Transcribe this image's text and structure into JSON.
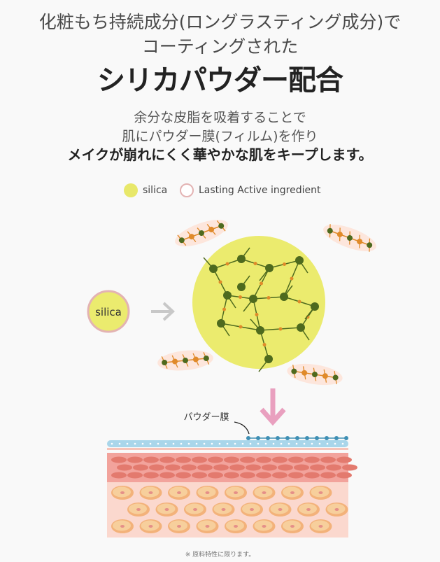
{
  "heading": {
    "line1": "化粧もち持続成分(ロングラスティング成分)で",
    "line2": "コーティングされた",
    "title": "シリカパウダー配合"
  },
  "description": {
    "line1": "余分な皮脂を吸着することで",
    "line2": "肌にパウダー膜(フィルム)を作り",
    "line3": "メイクが崩れにくく華やかな肌をキープします。"
  },
  "legend": [
    {
      "label": "silica",
      "color": "#e8e86a"
    },
    {
      "label": "Lasting Active ingredient",
      "color": "#e3b3b3"
    }
  ],
  "diagram": {
    "silica_label": "silica",
    "film_label": "パウダー膜",
    "colors": {
      "silica": "#ebeb6e",
      "node": "#4e6a1e",
      "orange": "#e08a2a",
      "arrow": "#e9a0bf",
      "film": "#a9d6ea",
      "film_dark": "#3f8fb4",
      "epidermis": "#f2a39c",
      "cell": "#f7cf9c"
    }
  },
  "footnote": "※ 原料特性に限ります。"
}
